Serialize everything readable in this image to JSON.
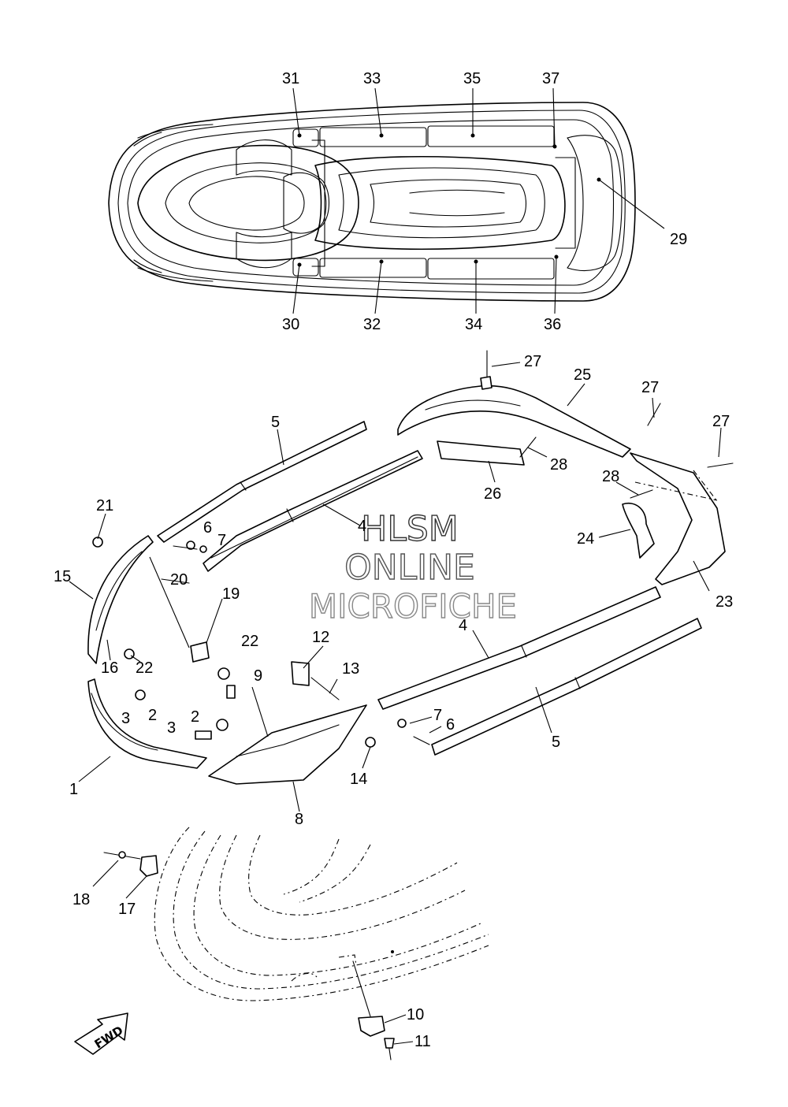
{
  "watermark": {
    "line1": "HLSM",
    "line2": "ONLINE",
    "line3": "MICROFICHE"
  },
  "direction_arrow": {
    "label": "FWD",
    "icon": "fwd-arrow-icon"
  },
  "callouts": {
    "c1": "1",
    "c2a": "2",
    "c2b": "2",
    "c3a": "3",
    "c3b": "3",
    "c4a": "4",
    "c4b": "4",
    "c5a": "5",
    "c5b": "5",
    "c6a": "6",
    "c6b": "6",
    "c7a": "7",
    "c7b": "7",
    "c8": "8",
    "c9": "9",
    "c10": "10",
    "c11": "11",
    "c12": "12",
    "c13": "13",
    "c14": "14",
    "c15": "15",
    "c16": "16",
    "c17": "17",
    "c18": "18",
    "c19": "19",
    "c20": "20",
    "c21": "21",
    "c22a": "22",
    "c22b": "22",
    "c23": "23",
    "c24": "24",
    "c25": "25",
    "c26": "26",
    "c27a": "27",
    "c27b": "27",
    "c27c": "27",
    "c28a": "28",
    "c28b": "28",
    "c29": "29",
    "c30": "30",
    "c31": "31",
    "c32": "32",
    "c33": "33",
    "c34": "34",
    "c35": "35",
    "c36": "36",
    "c37": "37"
  }
}
